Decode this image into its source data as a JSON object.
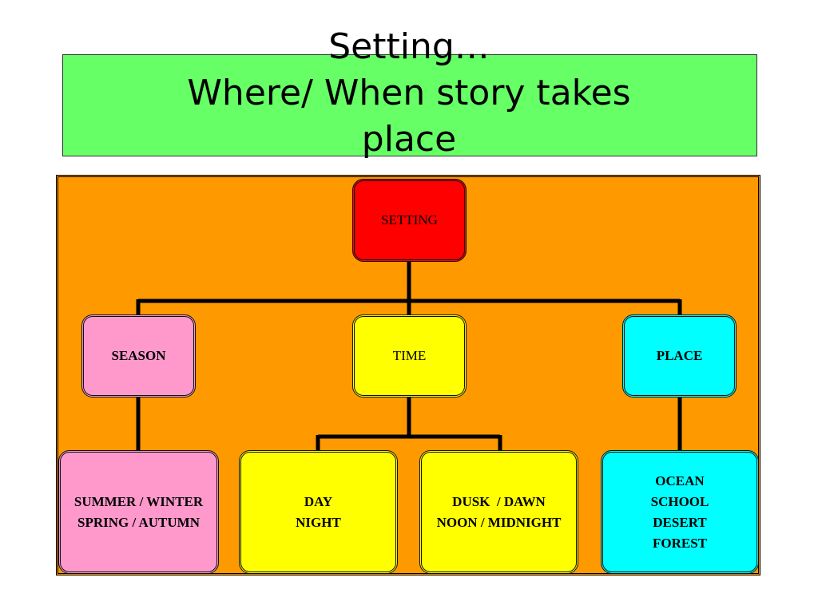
{
  "title": {
    "line1": "Setting…",
    "line2": "Where/ When story takes",
    "line3": "place"
  },
  "colors": {
    "title_bg": "#66ff66",
    "panel_bg": "#ff9900",
    "setting": "#ff0000",
    "season": "#ff99cc",
    "time": "#ffff00",
    "place": "#00ffff"
  },
  "nodes": {
    "setting": "SETTING",
    "season": "SEASON",
    "time": "TIME",
    "place": "PLACE",
    "season_child": {
      "line1": "SUMMER / WINTER",
      "line2": "SPRING / AUTUMN"
    },
    "time_child_1": {
      "line1": "DAY",
      "line2": "NIGHT"
    },
    "time_child_2": {
      "line1": "DUSK  / DAWN",
      "line2": "NOON / MIDNIGHT"
    },
    "place_child": {
      "line1": "OCEAN",
      "line2": "SCHOOL",
      "line3": "DESERT",
      "line4": "FOREST"
    }
  }
}
